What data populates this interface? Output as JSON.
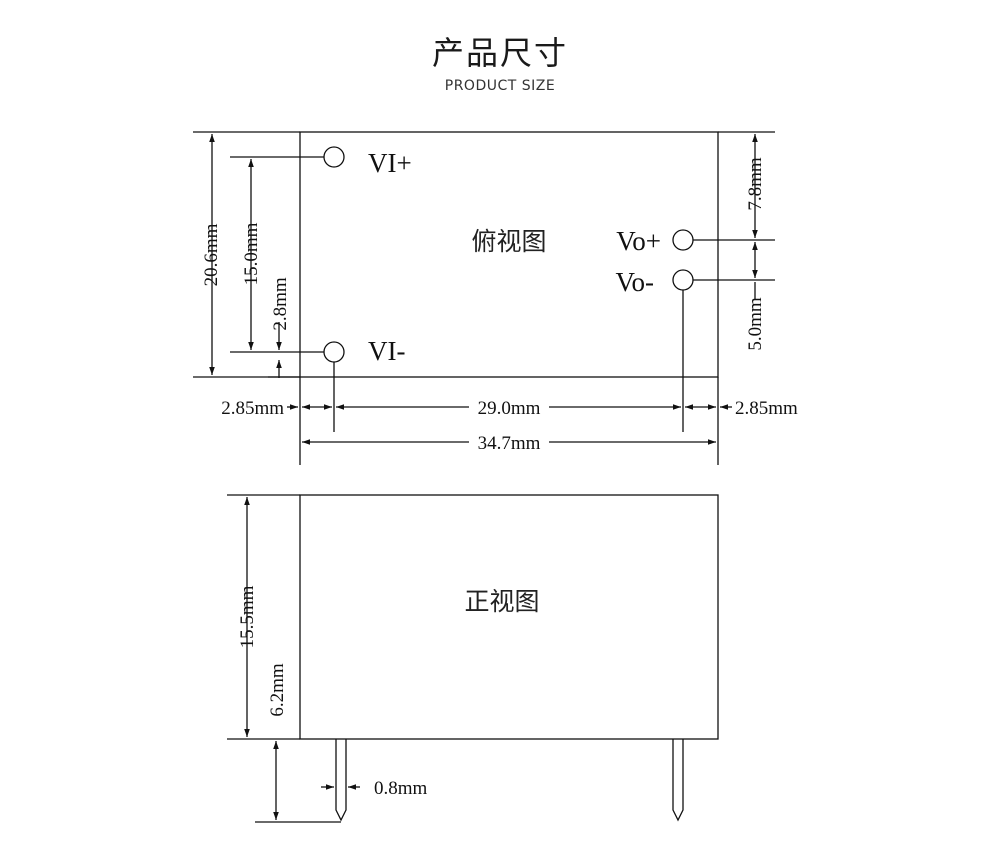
{
  "header": {
    "title": "产品尺寸",
    "subtitle": "PRODUCT SIZE"
  },
  "top_view": {
    "label": "俯视图",
    "pins": {
      "vi_plus": "VI+",
      "vi_minus": "VI-",
      "vo_plus": "Vo+",
      "vo_minus": "Vo-"
    },
    "dims": {
      "height_total": "20.6mm",
      "vi_spacing": "15.0mm",
      "vi_bottom_offset": "2.8mm",
      "vo_top_offset": "7.8mm",
      "vo_bottom_offset": "5.0mm",
      "left_margin": "2.85mm",
      "pin_pitch": "29.0mm",
      "right_margin": "2.85mm",
      "width_total": "34.7mm"
    }
  },
  "front_view": {
    "label": "正视图",
    "dims": {
      "body_height": "15.5mm",
      "pin_length": "6.2mm",
      "pin_width": "0.8mm"
    }
  },
  "colors": {
    "line": "#111111",
    "background": "#ffffff"
  }
}
